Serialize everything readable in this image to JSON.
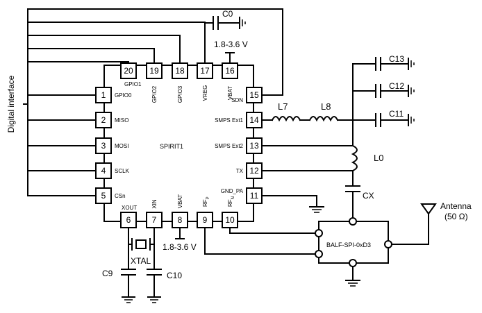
{
  "chip": {
    "name": "SPIRIT1",
    "pins": {
      "p1": {
        "num": "1",
        "label": "GPIO0"
      },
      "p2": {
        "num": "2",
        "label": "MISO"
      },
      "p3": {
        "num": "3",
        "label": "MOSI"
      },
      "p4": {
        "num": "4",
        "label": "SCLK"
      },
      "p5": {
        "num": "5",
        "label": "CSn"
      },
      "p6": {
        "num": "6",
        "label": "XOUT"
      },
      "p7": {
        "num": "7",
        "label": "XIN"
      },
      "p8": {
        "num": "8",
        "label": "VBAT"
      },
      "p9": {
        "num": "9",
        "label": "RF",
        "sub": "P"
      },
      "p10": {
        "num": "10",
        "label": "RF",
        "sub": "N"
      },
      "p11": {
        "num": "11",
        "label": "GND_PA"
      },
      "p12": {
        "num": "12",
        "label": "TX"
      },
      "p13": {
        "num": "13",
        "label": "SMPS Ext2"
      },
      "p14": {
        "num": "14",
        "label": "SMPS Ext1"
      },
      "p15": {
        "num": "15",
        "label": "SDN"
      },
      "p16": {
        "num": "16",
        "label": "VBAT"
      },
      "p17": {
        "num": "17",
        "label": "VREG"
      },
      "p18": {
        "num": "18",
        "label": "GPIO3"
      },
      "p19": {
        "num": "19",
        "label": "GPIO2"
      },
      "p20": {
        "num": "20",
        "label": "GPIO1"
      }
    }
  },
  "labels": {
    "digital_interface": "Digital interface",
    "supply_top": "1.8-3.6 V",
    "supply_bottom": "1.8-3.6 V",
    "xtal": "XTAL",
    "balun": "BALF-SPI-0xD3",
    "antenna": "Antenna",
    "antenna_impedance": "(50 Ω)"
  },
  "components": {
    "c0": "C0",
    "c9": "C9",
    "c10": "C10",
    "c11": "C11",
    "c12": "C12",
    "c13": "C13",
    "cx": "CX",
    "l0": "L0",
    "l7": "L7",
    "l8": "L8"
  }
}
